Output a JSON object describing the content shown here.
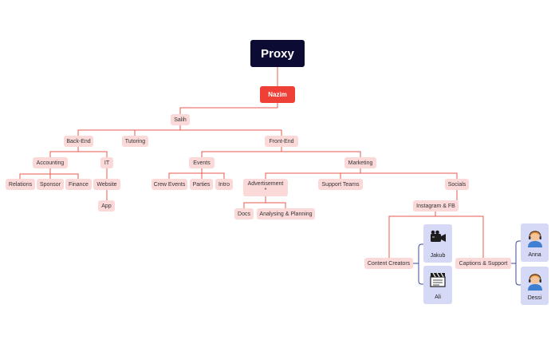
{
  "root": "Proxy",
  "lead": "Nazim",
  "manager": "Salih",
  "areas": {
    "backend": "Back-End",
    "tutoring": "Tutoring",
    "frontend": "Front-End"
  },
  "backend": {
    "accounting": "Accounting",
    "it": "IT",
    "relations": "Relations",
    "sponsor": "Sponsor",
    "finance": "Finance",
    "website": "Website",
    "app": "App"
  },
  "frontend": {
    "events": "Events",
    "marketing": "Marketing",
    "crew_events": "Crew Events",
    "parties": "Parties",
    "intro": "Intro",
    "advertisement": "Advertisement",
    "advertisement_mark": "*",
    "support_teams": "Support Teams",
    "socials": "Socials",
    "docs": "Docs",
    "analysing": "Analysing & Planning",
    "instagram": "Instagram & FB",
    "content_creators": "Content Creators",
    "captions": "Captions & Support"
  },
  "people": {
    "jakub": "Jakub",
    "ali": "Ali",
    "anna": "Anna",
    "dessi": "Dessi"
  },
  "colors": {
    "root_bg": "#0b0b33",
    "lead_bg": "#ee4036",
    "node_bg": "#fbd9d9",
    "line_red": "#e8594f",
    "line_blue": "#3c4a9e",
    "card_bg": "#d6d9f5"
  }
}
